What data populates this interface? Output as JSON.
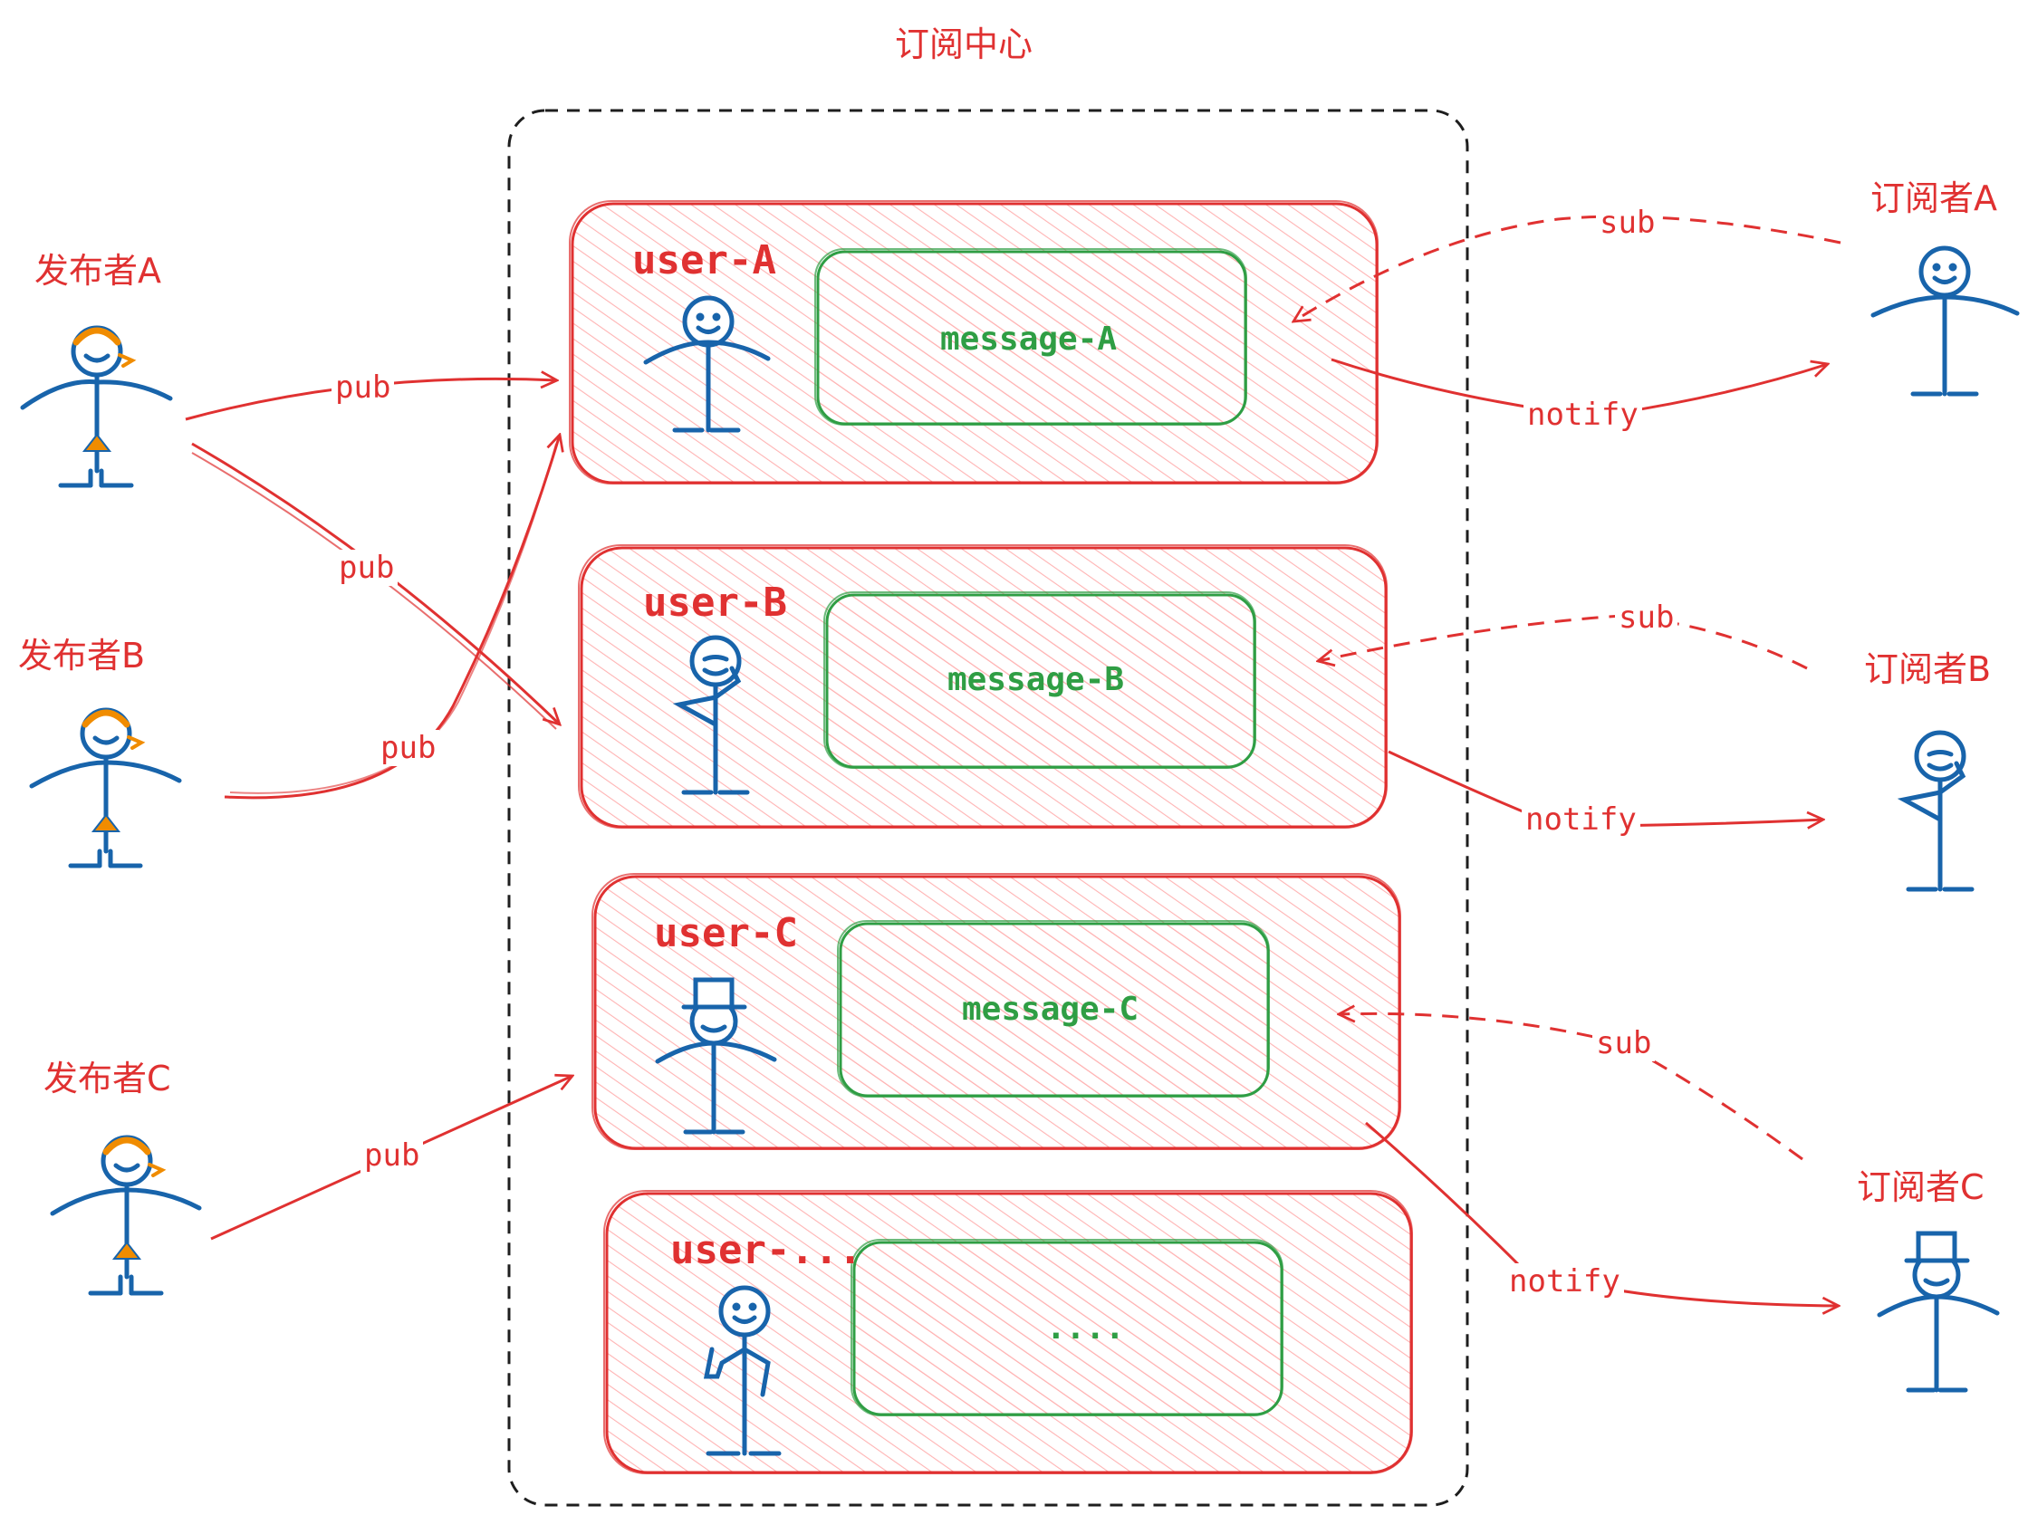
{
  "center": {
    "title": "订阅中心"
  },
  "publishers": [
    {
      "label": "发布者A"
    },
    {
      "label": "发布者B"
    },
    {
      "label": "发布者C"
    }
  ],
  "subscribers": [
    {
      "label": "订阅者A"
    },
    {
      "label": "订阅者B"
    },
    {
      "label": "订阅者C"
    }
  ],
  "users": [
    {
      "label": "user-A",
      "message": "message-A"
    },
    {
      "label": "user-B",
      "message": "message-B"
    },
    {
      "label": "user-C",
      "message": "message-C"
    },
    {
      "label": "user-...",
      "message": "...."
    }
  ],
  "edges": {
    "pub": "pub",
    "sub": "sub",
    "notify": "notify"
  },
  "colors": {
    "red": "#e03131",
    "green": "#2f9e44",
    "blue": "#1864ab",
    "orange": "#f08c00",
    "black": "#1e1e1e"
  }
}
